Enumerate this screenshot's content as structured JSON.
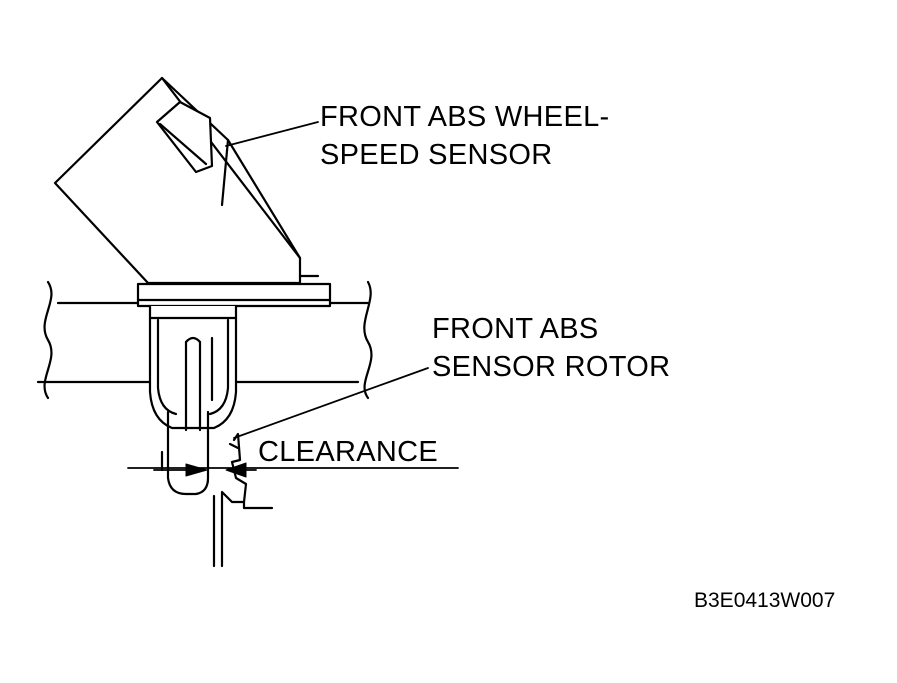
{
  "labels": {
    "sensor_line1": "FRONT ABS WHEEL-",
    "sensor_line2": "SPEED SENSOR",
    "rotor_line1": "FRONT ABS",
    "rotor_line2": "SENSOR ROTOR",
    "clearance": "CLEARANCE"
  },
  "figure_code": "B3E0413W007",
  "colors": {
    "ink": "#000000",
    "paper": "#ffffff"
  }
}
